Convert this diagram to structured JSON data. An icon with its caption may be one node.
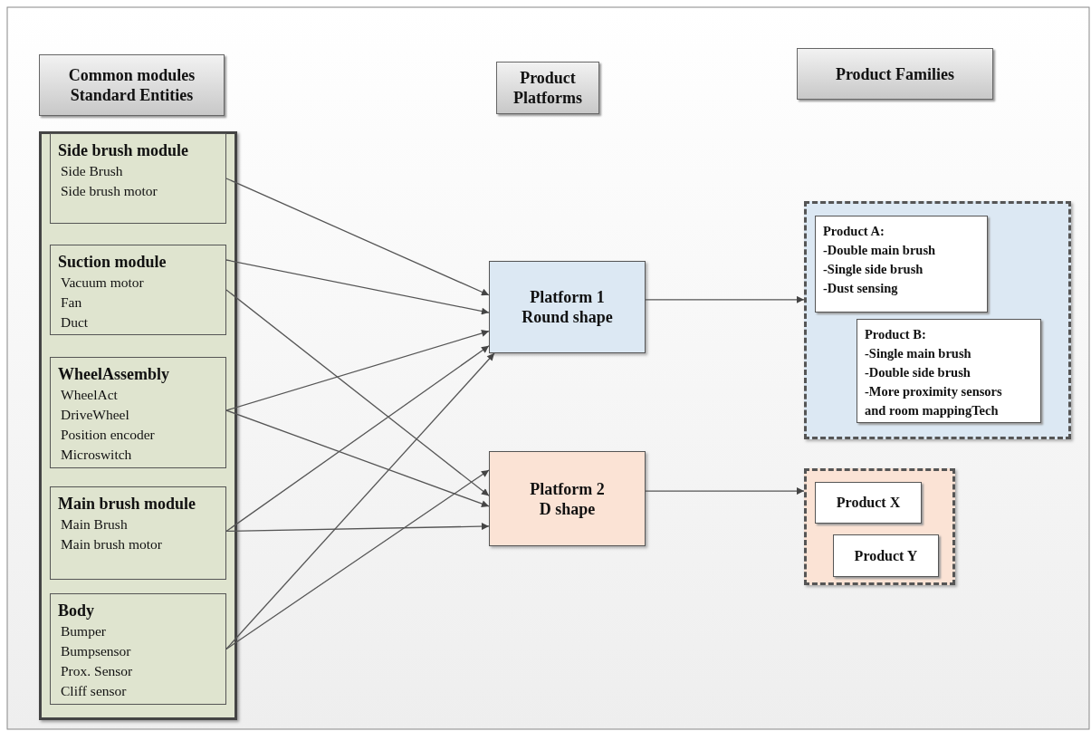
{
  "diagram": {
    "nodes": [
      {
        "text": [
          "Common modules Standard Entities"
        ]
      },
      {
        "text": [
          "Product Platforms"
        ]
      },
      {
        "text": [
          "Product Families"
        ]
      },
      {
        "text": [],
        "shape": "box"
      },
      {
        "text": [
          "Side brush module",
          "Side Brush",
          "Side brush motor"
        ],
        "in": 3
      },
      {
        "text": [
          "Suction module",
          "Vacuum motor",
          "Fan",
          "Duct"
        ],
        "in": 3
      },
      {
        "text": [
          "WheelAssembly",
          "WheelAct",
          "DriveWheel",
          "Position encoder",
          "Microswitch"
        ],
        "in": 3
      },
      {
        "text": [
          "Main brush module",
          "Main Brush",
          "Main brush motor"
        ],
        "in": 3
      },
      {
        "text": [
          "Body",
          "Bumper",
          "Bumpsensor",
          "Prox. Sensor",
          "Cliff sensor"
        ],
        "in": 3
      },
      {
        "text": [
          "Platform 1 Round shape"
        ]
      },
      {
        "text": [
          "Platform 2 D shape"
        ]
      },
      {
        "text": [],
        "shape": "box"
      },
      {
        "text": [
          "Product A:",
          "-Double main brush",
          "-Single side brush",
          "-Dust sensing"
        ],
        "in": 11
      },
      {
        "text": [
          "Product B:",
          "-Single main brush",
          "-Double side brush",
          "-More proximity sensors and room mappingTech"
        ],
        "in": 11
      },
      {
        "text": [],
        "shape": "box"
      },
      {
        "text": [
          "Product X"
        ],
        "in": 14
      },
      {
        "text": [
          "Product Y"
        ],
        "in": 14
      }
    ],
    "edges": [
      {
        "from": 4,
        "to": 9,
        "arrow": "to"
      },
      {
        "from": 5,
        "to": 9,
        "arrow": "to"
      },
      {
        "from": 5,
        "to": 10,
        "arrow": "to"
      },
      {
        "from": 6,
        "to": 9,
        "arrow": "to"
      },
      {
        "from": 6,
        "to": 10,
        "arrow": "to"
      },
      {
        "from": 7,
        "to": 9,
        "arrow": "to"
      },
      {
        "from": 7,
        "to": 10,
        "arrow": "to"
      },
      {
        "from": 8,
        "to": 9,
        "arrow": "to"
      },
      {
        "from": 8,
        "to": 10,
        "arrow": "to"
      },
      {
        "from": 9,
        "to": 11,
        "arrow": "to"
      },
      {
        "from": 10,
        "to": 14,
        "arrow": "to"
      }
    ]
  }
}
